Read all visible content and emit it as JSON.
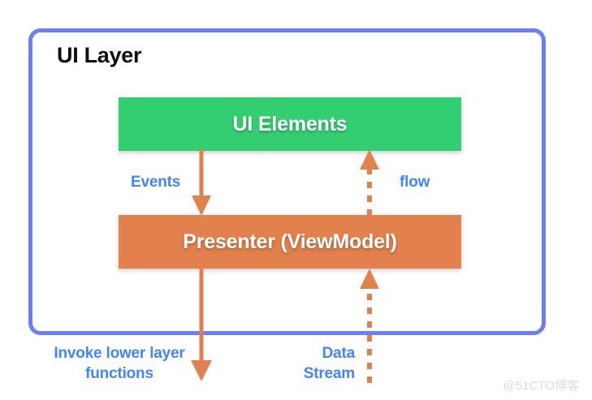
{
  "diagram": {
    "title": "UI Layer",
    "watermark": "@51CTO博客",
    "colors": {
      "container_border": "#6B7FF0",
      "ui_elements": "#34CE72",
      "presenter": "#E2814E",
      "arrow": "#E2814E",
      "label_text": "#4285F4",
      "title_text": "#0F0F0F"
    },
    "nodes": [
      {
        "id": "ui-elements",
        "label": "UI Elements",
        "color": "#34CE72"
      },
      {
        "id": "presenter",
        "label": "Presenter (ViewModel)",
        "color": "#E2814E"
      }
    ],
    "edges": [
      {
        "id": "events",
        "label": "Events",
        "style": "solid",
        "direction": "down",
        "from": "ui-elements",
        "to": "presenter"
      },
      {
        "id": "flow",
        "label": "flow",
        "style": "dashed",
        "direction": "up",
        "from": "presenter",
        "to": "ui-elements"
      },
      {
        "id": "invoke",
        "label": "Invoke lower layer functions",
        "style": "solid",
        "direction": "down",
        "from": "presenter",
        "to": "lower-layer"
      },
      {
        "id": "data-stream",
        "label": "Data Stream",
        "style": "dashed",
        "direction": "up",
        "from": "lower-layer",
        "to": "presenter"
      }
    ]
  }
}
